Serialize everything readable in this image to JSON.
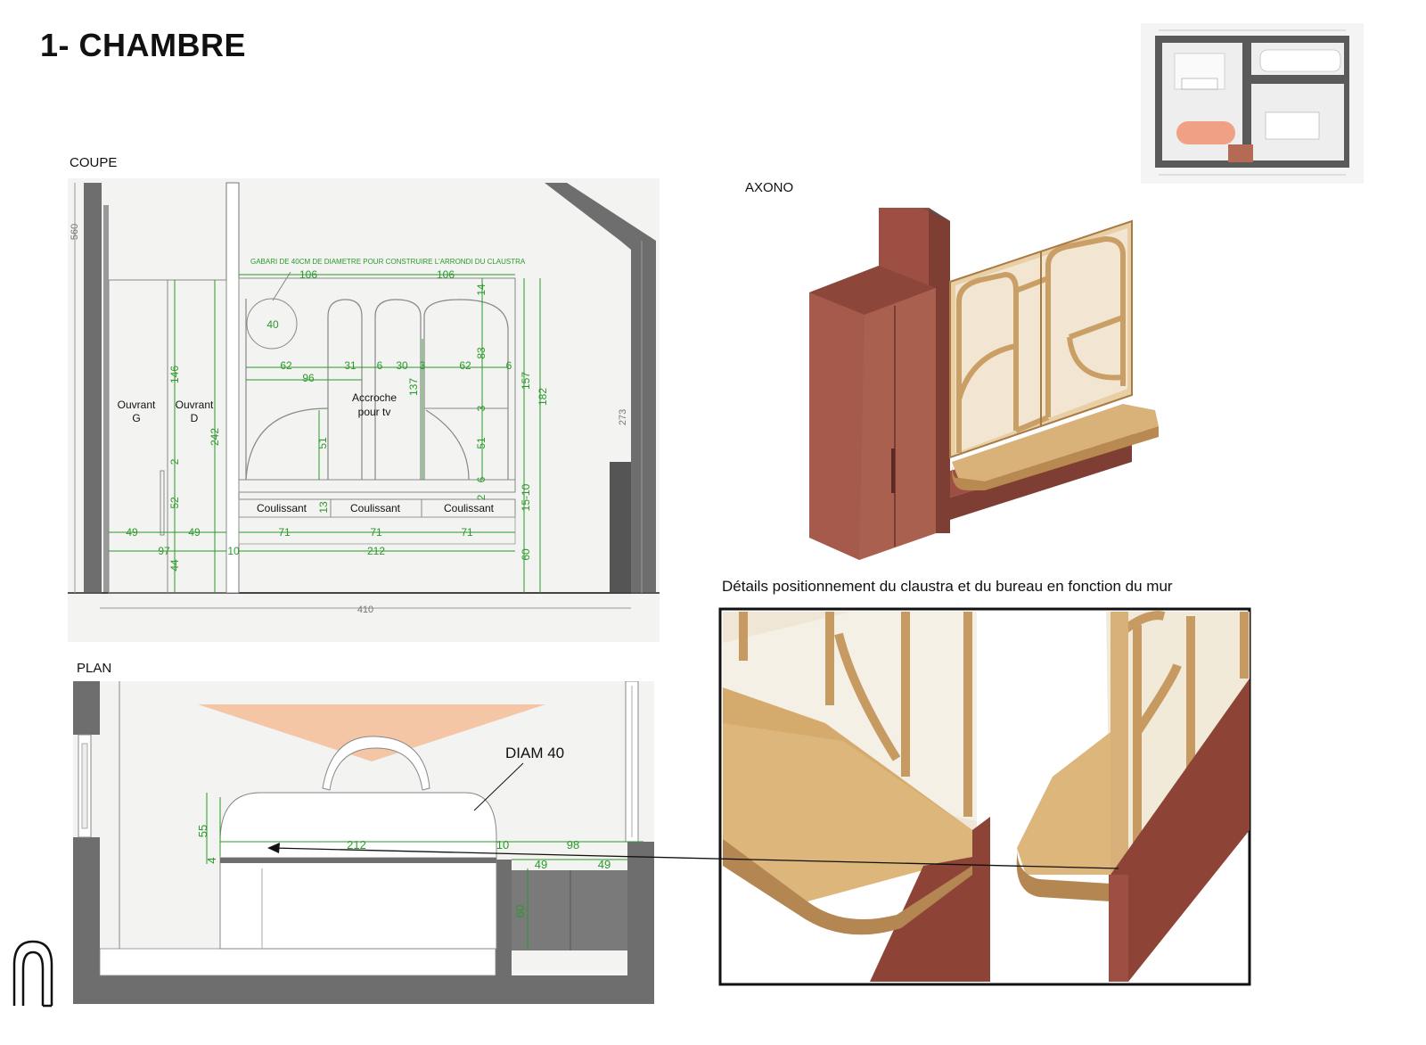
{
  "page": {
    "title": "1- CHAMBRE"
  },
  "sections": {
    "coupe": "COUPE",
    "axono": "AXONO",
    "plan": "PLAN",
    "details": "Détails positionnement du claustra et du bureau en fonction du mur"
  },
  "coupe": {
    "gabari_note": "GABARI DE 40CM DE DIAMETRE POUR CONSTRUIRE L'ARRONDI DU CLAUSTRA",
    "labels": {
      "ouvrant_g_1": "Ouvrant",
      "ouvrant_g_2": "G",
      "ouvrant_d_1": "Ouvrant",
      "ouvrant_d_2": "D",
      "accroche_1": "Accroche",
      "accroche_2": "pour tv",
      "coulissant_1": "Coulissant",
      "coulissant_2": "Coulissant",
      "coulissant_3": "Coulissant"
    },
    "dims": {
      "d560": "560",
      "d106a": "106",
      "d106b": "106",
      "d14": "14",
      "d40": "40",
      "d62a": "62",
      "d31": "31",
      "d6a": "6",
      "d30": "30",
      "d3a": "3",
      "d62b": "62",
      "d6b": "6",
      "d96": "96",
      "d83": "83",
      "d146": "146",
      "d137": "137",
      "d157": "157",
      "d182": "182",
      "d3b": "3",
      "d242": "242",
      "d51a": "51",
      "d51b": "51",
      "d2a": "2",
      "d6c": "6",
      "d2b": "2",
      "d52": "52",
      "d13": "13",
      "d1510": "15-10",
      "d49a": "49",
      "d49b": "49",
      "d71a": "71",
      "d71b": "71",
      "d71c": "71",
      "d97": "97",
      "d10": "10",
      "d212": "212",
      "d44": "44",
      "d60": "60",
      "d273": "273",
      "d410": "410"
    }
  },
  "plan": {
    "diam": "DIAM 40",
    "dims": {
      "d55": "55",
      "d4": "4",
      "d212": "212",
      "d10": "10",
      "d98": "98",
      "d49a": "49",
      "d49b": "49",
      "d60": "60"
    }
  },
  "colors": {
    "dim_green": "#2a9a2a",
    "wall_grey": "#6e6e6e",
    "wood": "#d9b27a",
    "wood_dark": "#b88a52",
    "terracotta": "#9c4f42",
    "salmon": "#f4c6a5"
  },
  "icons": {
    "logo": "arch-logo-icon",
    "thumbnail": "floorplan-thumbnail-icon"
  }
}
